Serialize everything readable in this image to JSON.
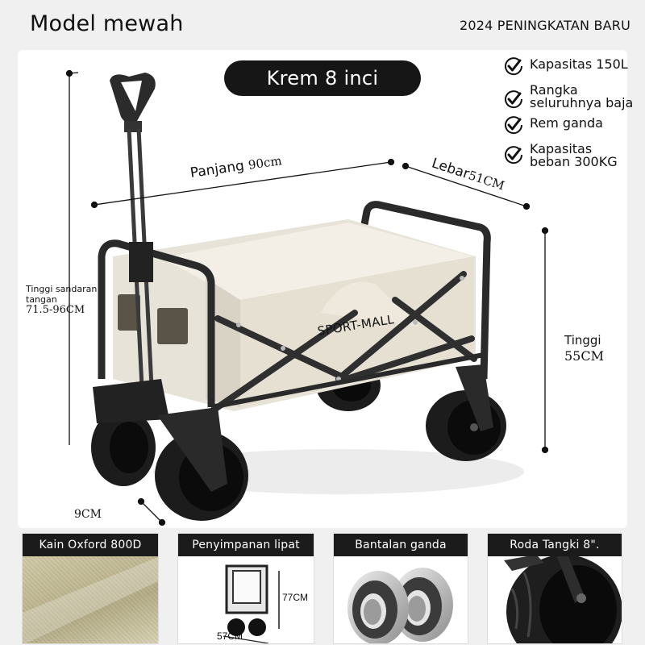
{
  "header": {
    "title": "Model mewah",
    "tagline": "2024 PENINGKATAN BARU"
  },
  "variant": {
    "label": "Krem 8 inci"
  },
  "features": [
    {
      "icon": "check-circle-icon",
      "text": "Kapasitas 150L"
    },
    {
      "icon": "check-circle-icon",
      "text": "Rangka seluruhnya baja"
    },
    {
      "icon": "check-circle-icon",
      "text": "Rem ganda"
    },
    {
      "icon": "check-circle-icon",
      "text": "Kapasitas beban 300KG"
    }
  ],
  "dimensions": {
    "length": {
      "label": "Panjang",
      "value": "90cm"
    },
    "width": {
      "label": "Lebar",
      "value": "51CM"
    },
    "height": {
      "label": "Tinggi",
      "value": "55CM"
    },
    "handle_height": {
      "label": "Tinggi sandaran tangan",
      "value": "71.5-96CM"
    },
    "wheel_width": {
      "value": "9CM"
    }
  },
  "product": {
    "brand_print": "SPORT-MALL",
    "fabric_color": "#e8e3d8",
    "frame_color": "#2a2a2a"
  },
  "cards": [
    {
      "title": "Kain Oxford 800D",
      "image": "oxford-fabric-texture"
    },
    {
      "title": "Penyimpanan lipat",
      "image": "folded-wagon",
      "height_label": "77CM",
      "width_label": "57CM"
    },
    {
      "title": "Bantalan ganda",
      "image": "double-bearings"
    },
    {
      "title": "Roda Tangki 8\".",
      "image": "tank-wheel"
    }
  ],
  "colors": {
    "page_bg": "#f0f0f0",
    "panel_bg": "#ffffff",
    "pill_bg": "#161616",
    "card_header_bg": "#1b1b1b"
  }
}
